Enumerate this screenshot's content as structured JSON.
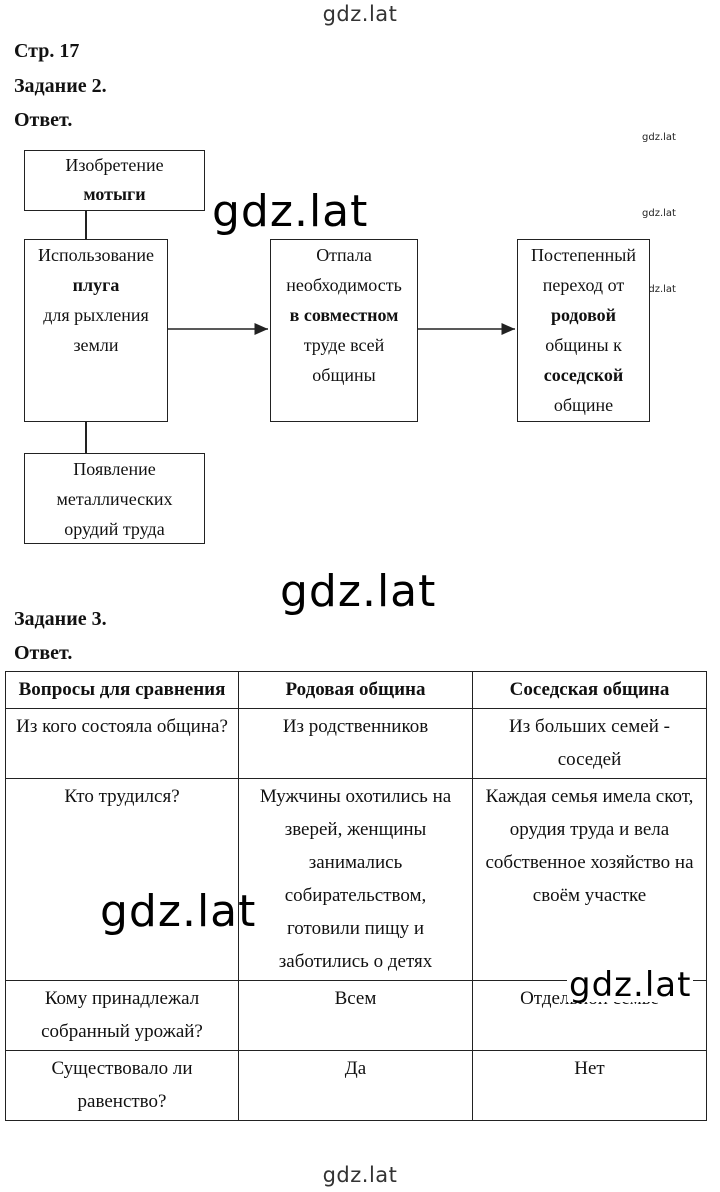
{
  "watermarks": {
    "top": "gdz.lat",
    "bottom": "gdz.lat",
    "big": "gdz.lat",
    "small": "gdz.lat"
  },
  "headings": {
    "page": "Стр. 17",
    "task2": "Задание 2.",
    "answer2": "Ответ.",
    "task3": "Задание 3.",
    "answer3": "Ответ."
  },
  "diagram": {
    "invention": {
      "line1": "Изобретение",
      "line2": "мотыги"
    },
    "plough": {
      "line1": "Использование",
      "line2": "плуга",
      "line3": "для рыхления",
      "line4": "земли"
    },
    "need": {
      "line1": "Отпала",
      "line2": "необходимость",
      "line3_prefix": "в ",
      "line3_bold": "совместном",
      "line4": "труде всей",
      "line5": "общины"
    },
    "transition": {
      "line1": "Постепенный",
      "line2": "переход от",
      "line3": "родовой",
      "line4": "общины к",
      "line5": "соседской",
      "line6": "общине"
    },
    "metal": {
      "line1": "Появление",
      "line2": "металлических",
      "line3": "орудий труда"
    }
  },
  "table": {
    "headers": [
      "Вопросы для сравнения",
      "Родовая община",
      "Соседская община"
    ],
    "rows": [
      [
        "Из кого состояла община?",
        "Из родственников",
        "Из больших семей - соседей"
      ],
      [
        "Кто трудился?",
        "Мужчины охотились на зверей, женщины занимались собирательством, готовили пищу и заботились о детях",
        "Каждая семья имела скот, орудия труда и вела собственное хозяйство на своём участке"
      ],
      [
        "Кому принадлежал собранный урожай?",
        "Всем",
        "Отдельной семье"
      ],
      [
        "Существовало ли равенство?",
        "Да",
        "Нет"
      ]
    ]
  }
}
